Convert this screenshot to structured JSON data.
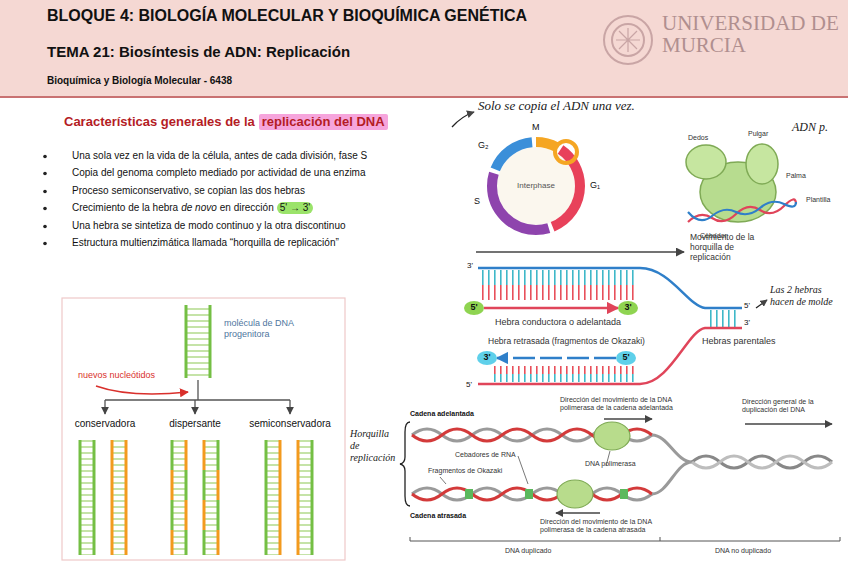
{
  "diagram": {
    "title": "BLOQUE 4: BIOLOGÍA MOLECULAR Y BIOQUÍMICA GENÉTICA",
    "nodes": [
      {
        "text": [
          "TEMA 21: Biosíntesis de ADN: Replicación",
          "Bioquímica y Biología Molecular - 6438",
          "UNIVERSIDAD DE MURCIA"
        ]
      },
      {
        "text": [
          "5'"
        ]
      },
      {
        "text": [
          "3'"
        ]
      },
      {
        "text": [
          "3'"
        ]
      },
      {
        "text": [
          "5'"
        ]
      }
    ],
    "edges": [
      {
        "from": 1,
        "to": 2,
        "arrow": "to"
      },
      {
        "from": 4,
        "to": 3,
        "arrow": "to"
      }
    ],
    "labels": [
      "Características generales de la",
      "replicación del DNA",
      "Solo se copia el ADN una vez.",
      "Una sola vez en la vida de la célula, antes de cada división, fase S",
      "Copia del genoma completo mediado por actividad de una enzima",
      "Proceso semiconservativo, se copian las dos hebras",
      "Crecimiento de la hebra",
      "de novo",
      "en dirección",
      "5' → 3'",
      "Una hebra se sintetiza de modo continuo y la otra discontinuo",
      "Estructura multienzimática llamada “horquilla de replicación”",
      "G₂",
      "M",
      "G₁",
      "S",
      "Interphase",
      "Dedos",
      "Pulgar",
      "Palma",
      "Plantilla",
      "Cebador",
      "ADN p.",
      "Movimiento de la horquilla de replicación",
      "3'",
      "Hebra conductora o adelantada",
      "Las 2 hebras hacen de molde",
      "5'",
      "3'",
      "Hebra retrasada (fragmentos de Okazaki)",
      "Hebras parentales",
      "5'",
      "molécula de DNA progenitora",
      "nuevos nucleótidos",
      "conservadora",
      "dispersante",
      "semiconservadora",
      "Horquilla de replicación",
      "Dirección del movimiento de la DNA polimerasa de la cadena adelantada",
      "Cadena adelantada",
      "Dirección general de la duplicación del DNA",
      "Cebadores de RNA",
      "DNA polimerasa",
      "Fragmentos de Okazaki",
      "Cadena atrasada",
      "Dirección del movimiento de la DNA polimerasa de la cadena atrasada",
      "DNA duplicado",
      "DNA no duplicado"
    ]
  }
}
